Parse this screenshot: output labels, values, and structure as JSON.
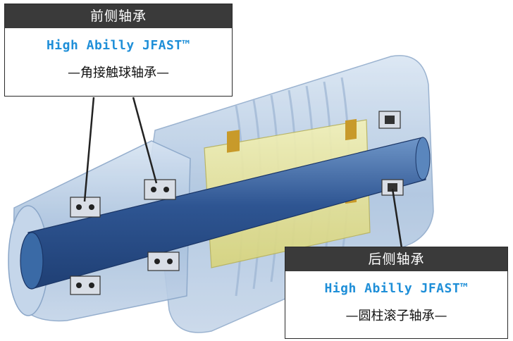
{
  "front_bearing": {
    "title": "前侧轴承",
    "brand": "High Abilly JFAST™",
    "type": "—角接触球轴承—"
  },
  "rear_bearing": {
    "title": "后侧轴承",
    "brand": "High Abilly JFAST™",
    "type": "—圆柱滚子轴承—"
  },
  "colors": {
    "brand": "#1f8fd8",
    "header_bg": "#3a3a3a",
    "housing": "#a9c2df",
    "shaft": "#2f5a96",
    "inner_sleeve": "#e9e69a",
    "magnet": "#c89a2a"
  }
}
